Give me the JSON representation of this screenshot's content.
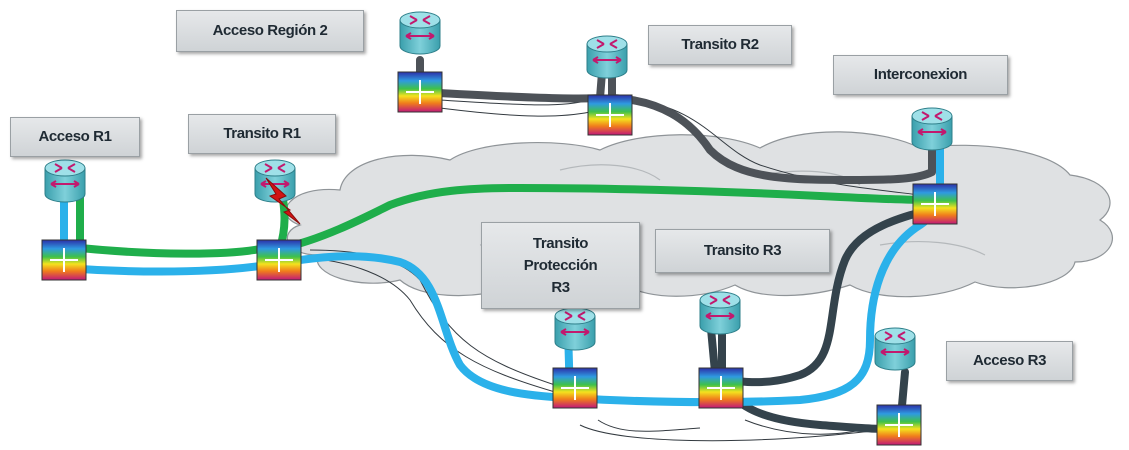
{
  "labels": {
    "acceso_region_2": "Acceso Región 2",
    "transito_r2": "Transito R2",
    "interconexion": "Interconexion",
    "acceso_r1": "Acceso R1",
    "transito_r1": "Transito R1",
    "transito_proteccion_r3": [
      "Transito",
      "Protección",
      "R3"
    ],
    "transito_r3": "Transito R3",
    "acceso_r3": "Acceso R3"
  },
  "colors": {
    "cloud": "#dfe1e3",
    "router_teal": "#4fb3bf",
    "path_green": "#1fae4b",
    "path_blue": "#2bb1ea",
    "path_gray": "#4d5258",
    "path_dark": "#34434c",
    "fault": "#d11414"
  }
}
